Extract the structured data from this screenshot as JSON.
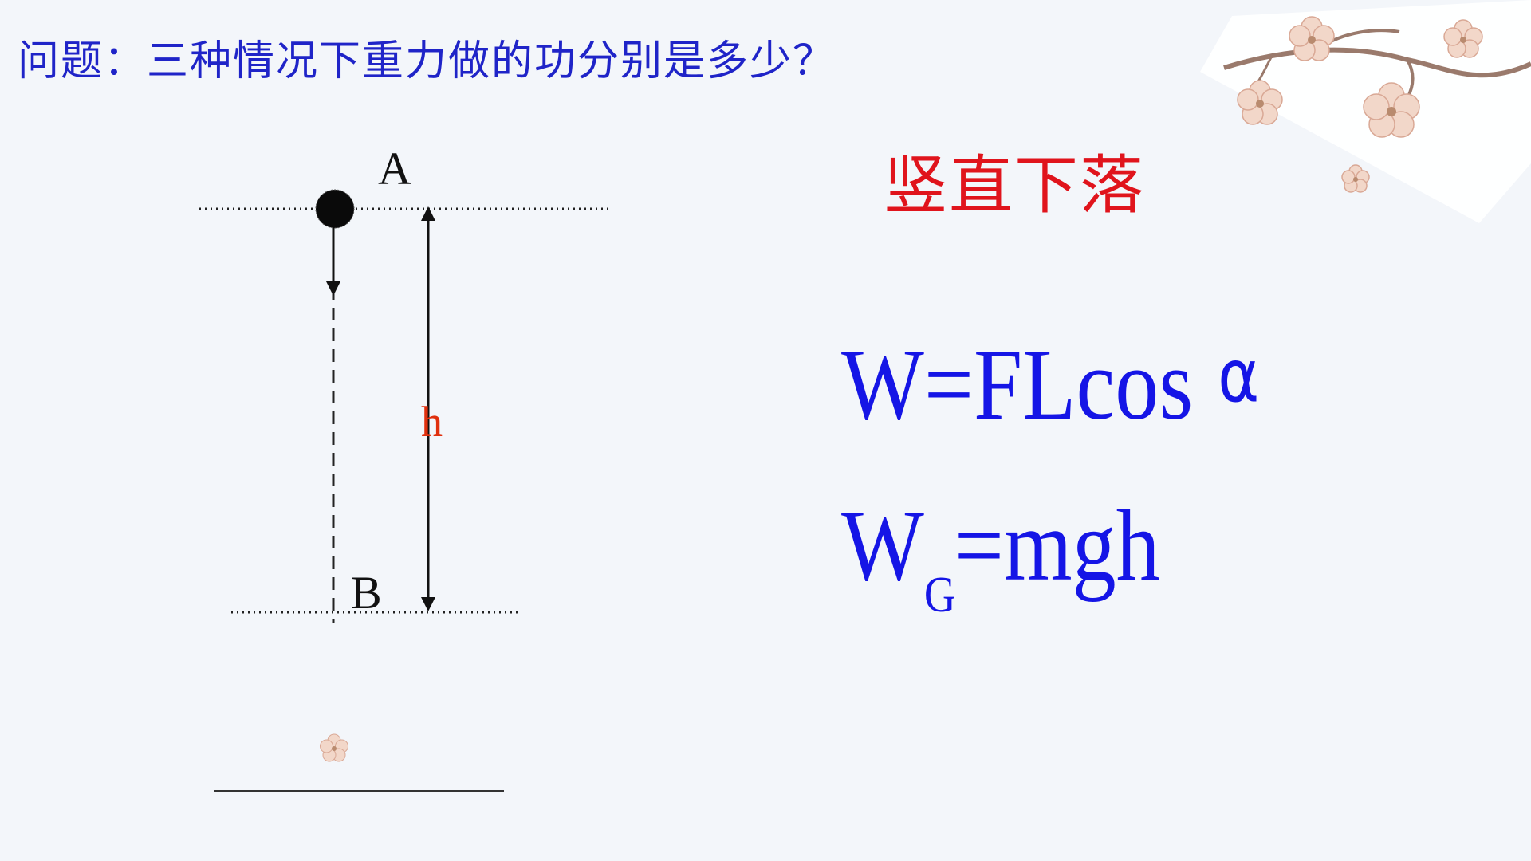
{
  "slide": {
    "question": "问题：三种情况下重力做的功分别是多少？",
    "subtitle": "竖直下落",
    "formula1": {
      "main": "W=FLcos",
      "alpha": "α"
    },
    "formula2": {
      "w": "W",
      "sub": "G",
      "rest": "=mgh"
    }
  },
  "diagram": {
    "point_a_label": "A",
    "point_b_label": "B",
    "height_label": "h"
  },
  "colors": {
    "question": "#1f24c8",
    "subtitle": "#e0141c",
    "formula": "#1515e6",
    "height_label": "#e0300e"
  },
  "decorations": [
    "plum-blossom-branch-icon",
    "blossom-icon"
  ]
}
